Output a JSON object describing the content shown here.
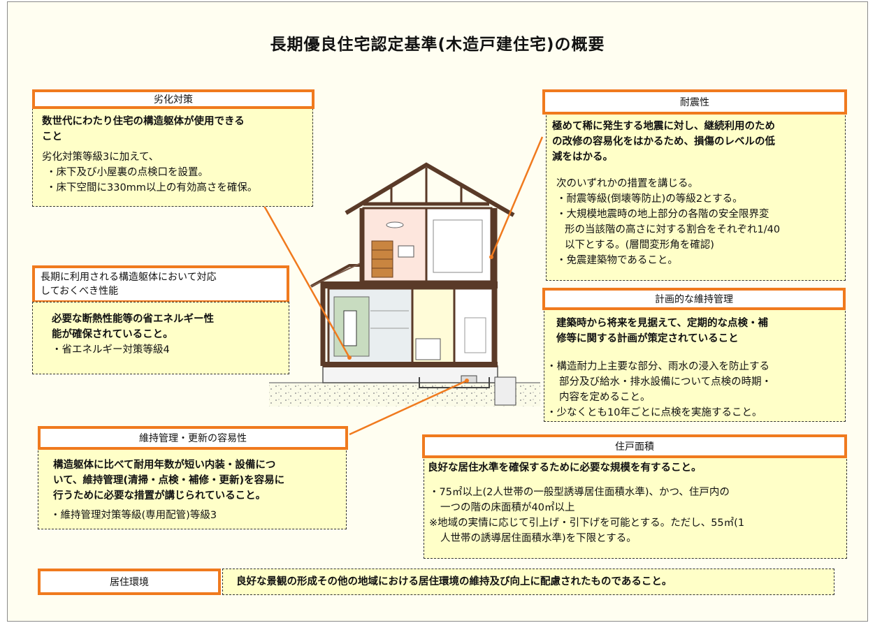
{
  "title": "長期優良住宅認定基準(木造戸建住宅)の概要",
  "colors": {
    "accent": "#f07a1e",
    "box_fill": "#ffffc8",
    "background": "#fffef1"
  },
  "deterioration": {
    "label": "劣化対策",
    "summary_lines": [
      "数世代にわたり住宅の構造躯体が使用できる",
      "こと"
    ],
    "detail_lines": [
      "劣化対策等級3に加えて、",
      "・床下及び小屋裏の点検口を設置。",
      "・床下空間に330mm以上の有効高さを確保。"
    ]
  },
  "long_term_structure": {
    "label_lines": [
      "長期に利用される構造躯体において対応",
      "しておくべき性能"
    ],
    "detail_lines": [
      "必要な断熱性能等の省エネルギー性",
      "能が確保されていること。",
      "・省エネルギー対策等級4"
    ]
  },
  "maintenance_ease": {
    "label": "維持管理・更新の容易性",
    "summary_lines": [
      "構造躯体に比べて耐用年数が短い内装・設備につ",
      "いて、維持管理(清掃・点検・補修・更新)を容易に",
      "行うために必要な措置が講じられていること。"
    ],
    "detail_lines": [
      "・維持管理対策等級(専用配管)等級3"
    ]
  },
  "seismic": {
    "label": "耐震性",
    "summary_lines": [
      "極めて稀に発生する地震に対し、継続利用のため",
      "の改修の容易化をはかるため、損傷のレベルの低",
      "減をはかる。"
    ],
    "detail_lines": [
      "次のいずれかの措置を講じる。",
      "・耐震等級(倒壊等防止)の等級2とする。",
      "・大規模地震時の地上部分の各階の安全限界変",
      "形の当該階の高さに対する割合をそれぞれ1/40",
      "以下とする。(層間変形角を確認)",
      "・免震建築物であること。"
    ]
  },
  "planned_maintenance": {
    "label": "計画的な維持管理",
    "summary_lines": [
      "建築時から将来を見据えて、定期的な点検・補",
      "修等に関する計画が策定されていること"
    ],
    "detail_lines": [
      "・構造耐力上主要な部分、雨水の浸入を防止する",
      "部分及び給水・排水設備について点検の時期・",
      "内容を定めること。",
      "・少なくとも10年ごとに点検を実施すること。"
    ]
  },
  "floor_area": {
    "label": "住戸面積",
    "summary_lines": [
      "良好な居住水準を確保するために必要な規模を有すること。"
    ],
    "detail_lines": [
      "・75㎡以上(2人世帯の一般型誘導居住面積水準)、かつ、住戸内の",
      "一つの階の床面積が40㎡以上",
      "※地域の実情に応じて引上げ・引下げを可能とする。ただし、55㎡(1",
      "人世帯の誘導居住面積水準)を下限とする。"
    ]
  },
  "living_environment": {
    "label": "居住環境",
    "text": "良好な景観の形成その他の地域における居住環境の維持及び向上に配慮されたものであること。"
  }
}
